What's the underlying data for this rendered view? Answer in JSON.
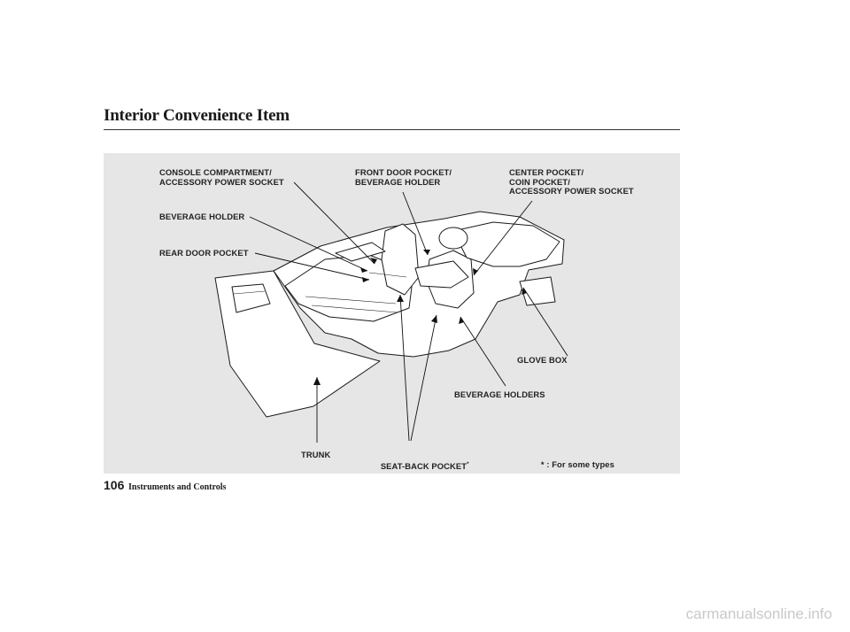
{
  "header": {
    "title": "Interior Convenience Item"
  },
  "figure": {
    "labels": {
      "console": "CONSOLE COMPARTMENT/\nACCESSORY POWER SOCKET",
      "front_door": "FRONT DOOR POCKET/\nBEVERAGE HOLDER",
      "center": "CENTER POCKET/\nCOIN POCKET/\nACCESSORY POWER SOCKET",
      "bev_holder": "BEVERAGE HOLDER",
      "rear_door": "REAR DOOR POCKET",
      "glove_box": "GLOVE BOX",
      "bev_holders": "BEVERAGE HOLDERS",
      "trunk": "TRUNK",
      "seat_back": "SEAT-BACK POCKET",
      "seat_back_mark": "*",
      "note_mark": "*",
      "note": " : For some types"
    }
  },
  "footer": {
    "page_number": "106",
    "section": "Instruments and Controls"
  },
  "watermark": "carmanualsonline.info"
}
